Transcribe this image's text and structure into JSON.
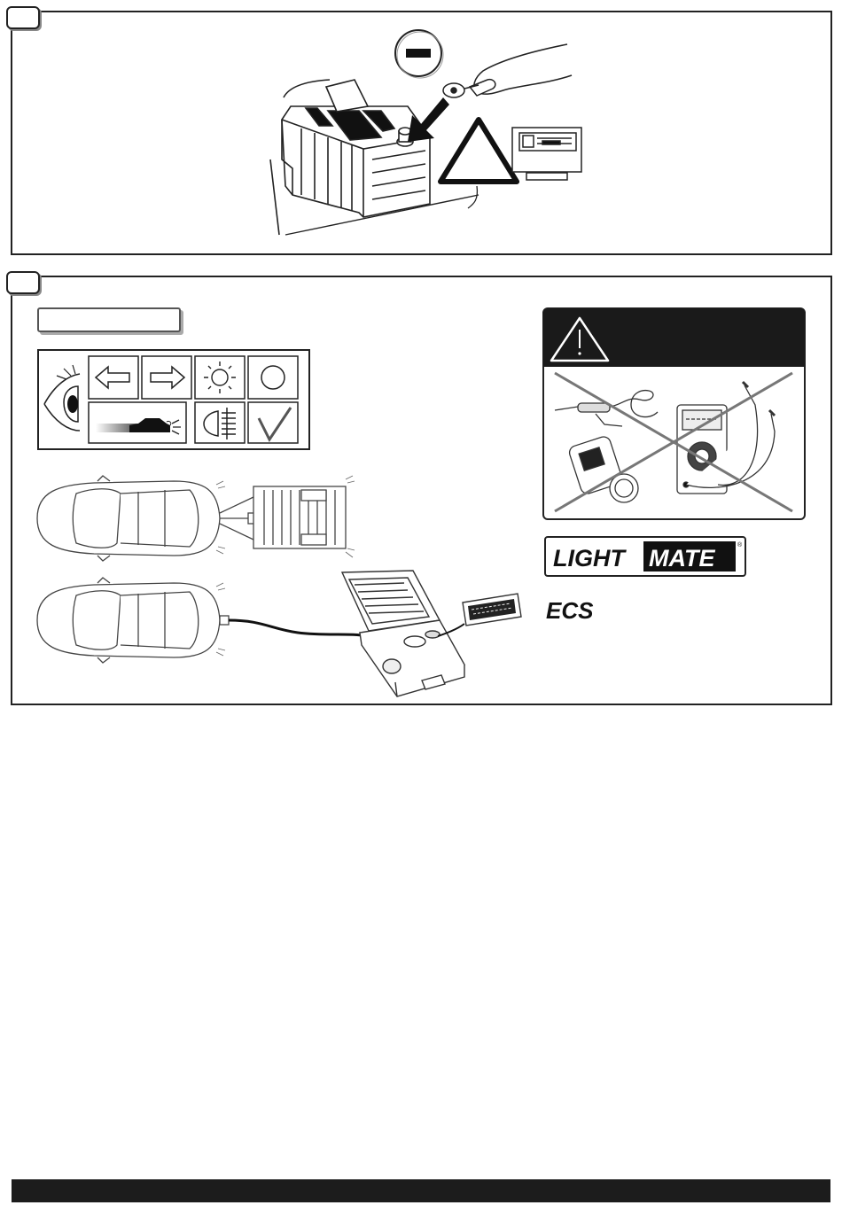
{
  "brand": {
    "logo_text": "LIGHT MATE",
    "registered_mark": "®",
    "ecs_text": "ECS"
  },
  "steps": [
    {
      "id": "battery-disconnect",
      "number": ""
    },
    {
      "id": "light-test",
      "number": ""
    }
  ],
  "check_grid": {
    "icons": [
      "eye-icon",
      "arrow-left-icon",
      "arrow-right-icon",
      "sun-icon",
      "circle-icon",
      "reverse-light-icon",
      "fog-light-icon",
      "checkmark-icon"
    ]
  },
  "colors": {
    "panel_border": "#222222",
    "footer": "#1c1c1c",
    "warning_header": "#1a1a1a",
    "cross": "#777777"
  },
  "footer": {
    "text": ""
  }
}
